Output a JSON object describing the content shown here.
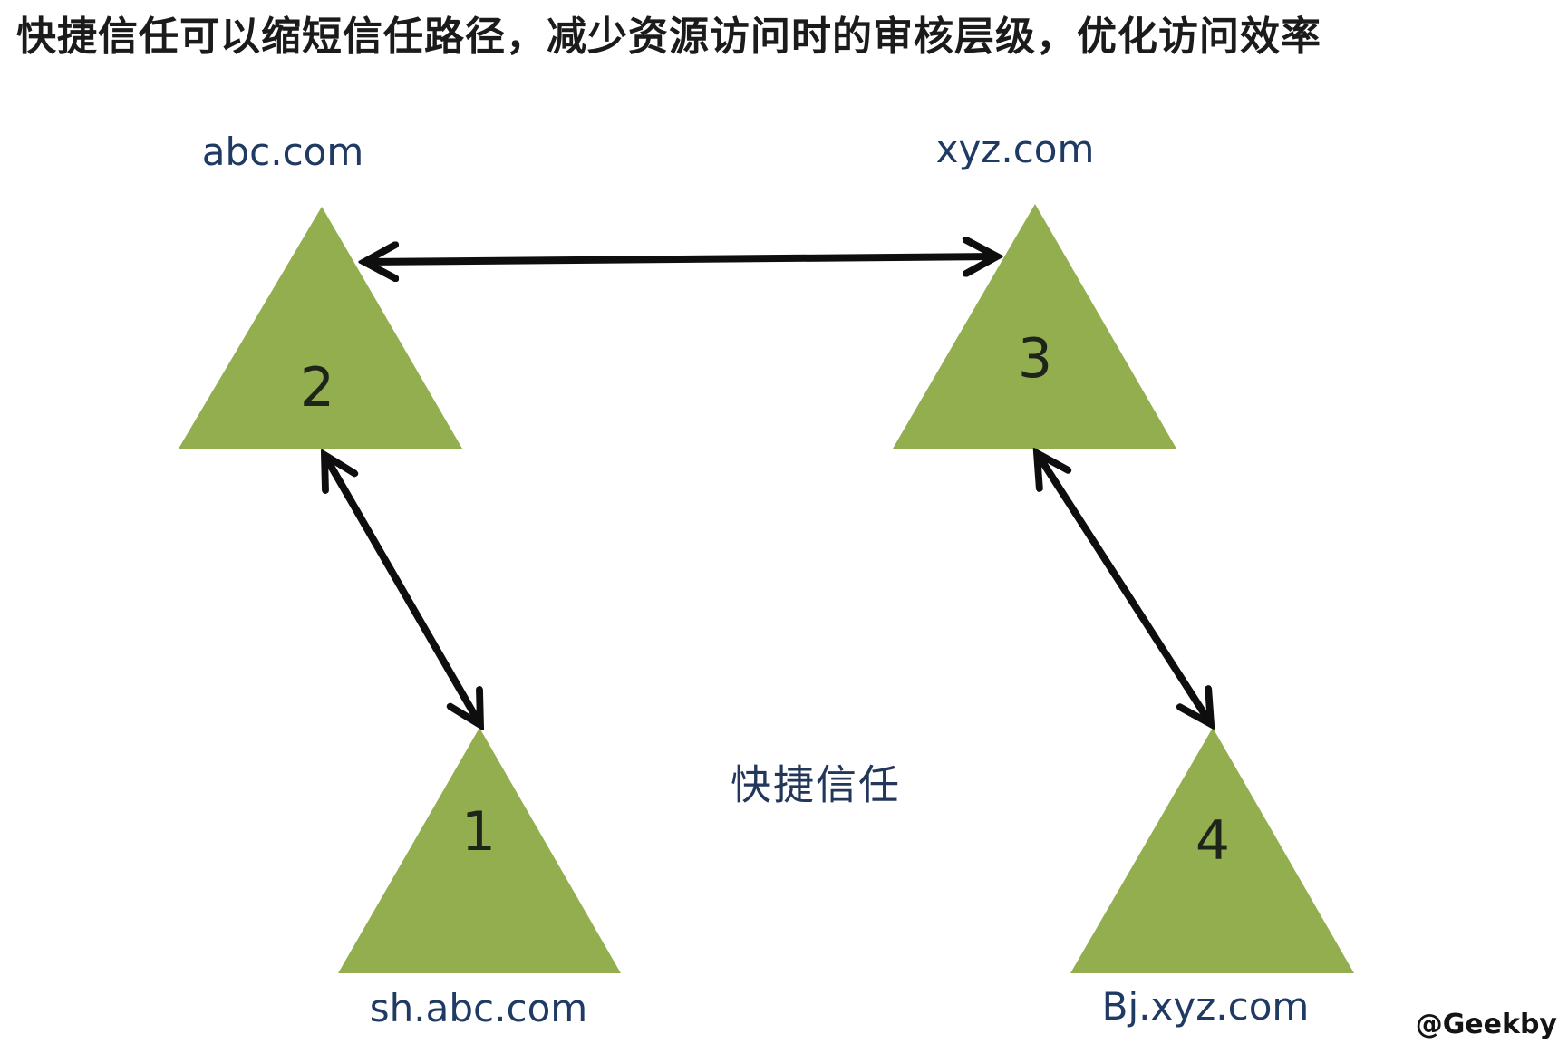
{
  "title": "快捷信任可以缩短信任路径，减少资源访问时的审核层级，优化访问效率",
  "center_label": "快捷信任",
  "watermark": "@Geekby",
  "colors": {
    "triangle_fill": "#92ae4f",
    "arrow": "#0e0e0e",
    "domain_label": "#1f3a63",
    "title_text": "#1b1b1b",
    "background": "#ffffff"
  },
  "nodes": [
    {
      "number": "1",
      "domain": "sh.abc.com",
      "label_position": "below"
    },
    {
      "number": "2",
      "domain": "abc.com",
      "label_position": "above"
    },
    {
      "number": "3",
      "domain": "xyz.com",
      "label_position": "above"
    },
    {
      "number": "4",
      "domain": "Bj.xyz.com",
      "label_position": "below"
    }
  ],
  "edges": [
    {
      "from": "2",
      "to": "3",
      "bidirectional": true
    },
    {
      "from": "2",
      "to": "1",
      "bidirectional": true
    },
    {
      "from": "3",
      "to": "4",
      "bidirectional": true
    }
  ]
}
